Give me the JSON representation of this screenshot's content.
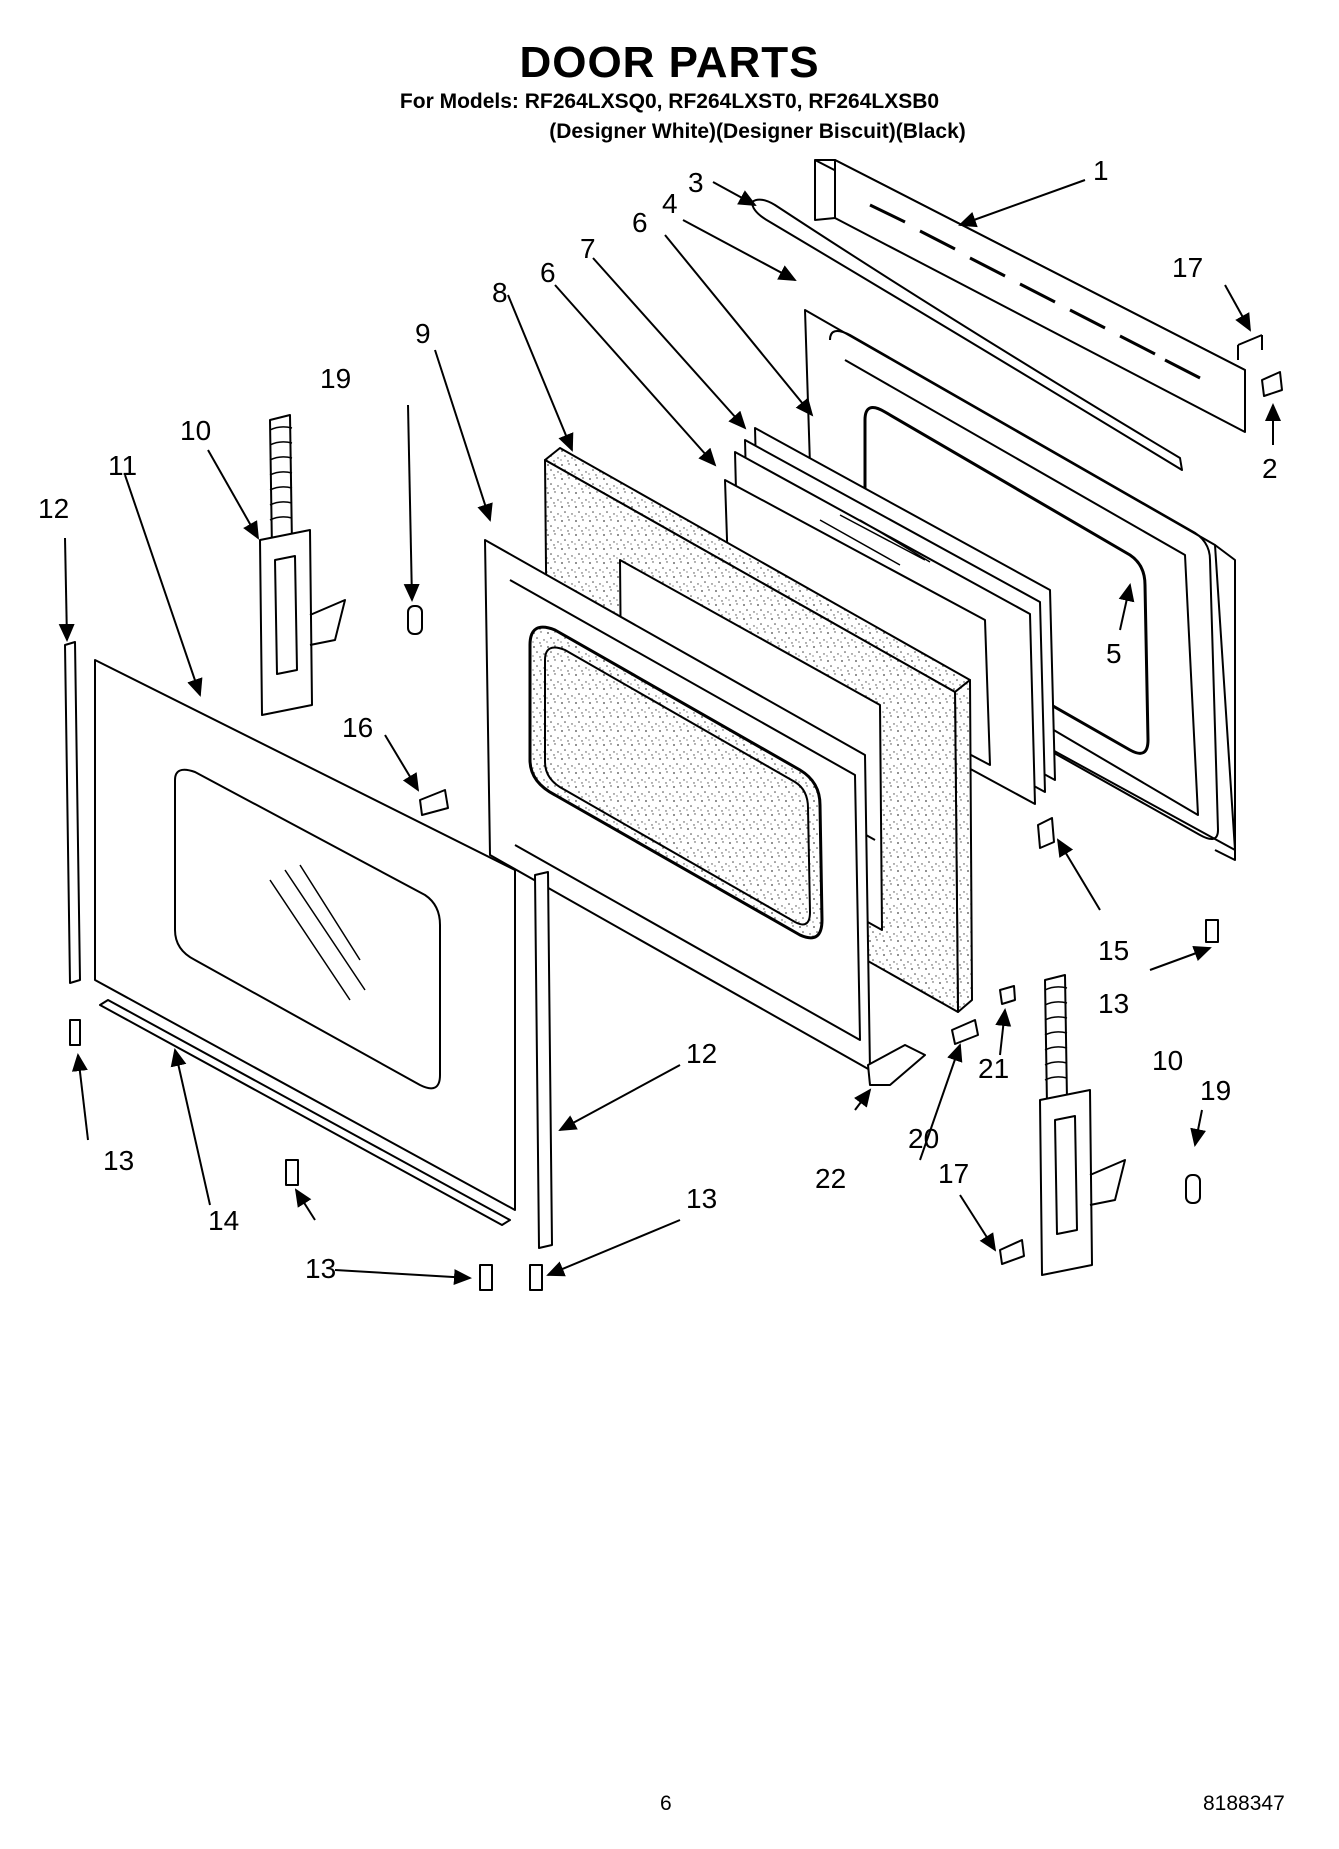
{
  "header": {
    "title": "DOOR PARTS",
    "models_line": "For Models: RF264LXSQ0, RF264LXST0, RF264LXSB0",
    "finishes_line": "(Designer White)(Designer Biscuit)(Black)"
  },
  "callouts": {
    "c1": "1",
    "c2": "2",
    "c3": "3",
    "c4": "4",
    "c5": "5",
    "c6a": "6",
    "c6b": "6",
    "c7": "7",
    "c8": "8",
    "c9": "9",
    "c10a": "10",
    "c10b": "10",
    "c11": "11",
    "c12a": "12",
    "c12b": "12",
    "c13a": "13",
    "c13b": "13",
    "c13c": "13",
    "c13d": "13",
    "c14": "14",
    "c15": "15",
    "c16": "16",
    "c17a": "17",
    "c17b": "17",
    "c19a": "19",
    "c19b": "19",
    "c20": "20",
    "c21": "21",
    "c22": "22"
  },
  "footer": {
    "page_number": "6",
    "document_number": "8188347"
  }
}
